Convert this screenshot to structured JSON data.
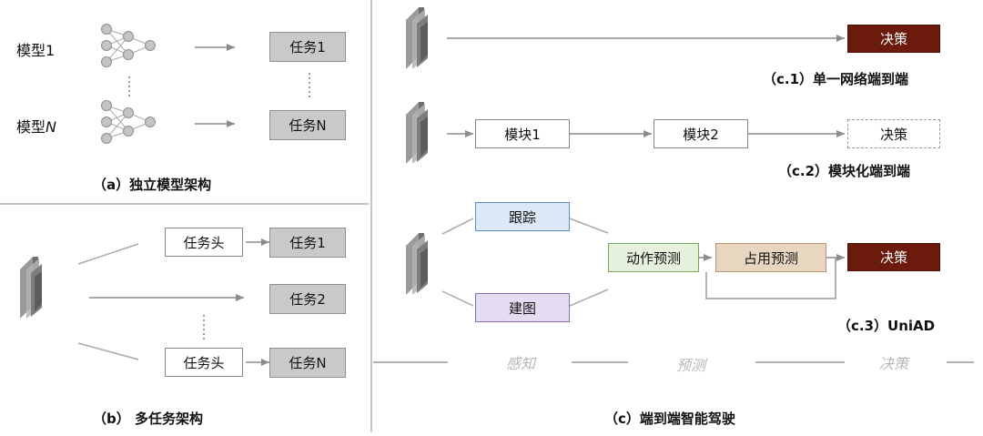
{
  "panel_a": {
    "model_1_label": "模型1",
    "model_n_label": "模型",
    "model_n_suffix": "N",
    "task_1": "任务1",
    "task_n": "任务N",
    "caption": "（a）独立模型架构"
  },
  "panel_b": {
    "task_head_1": "任务头",
    "task_head_n": "任务头",
    "task_1": "任务1",
    "task_2": "任务2",
    "task_n": "任务N",
    "caption": "（b） 多任务架构"
  },
  "panel_c": {
    "c1_decision": "决策",
    "c1_caption": "（c.1）单一网络端到端",
    "c2_module_1": "模块1",
    "c2_module_2": "模块2",
    "c2_decision": "决策",
    "c2_caption": "（c.2）模块化端到端",
    "c3_tracking": "跟踪",
    "c3_mapping": "建图",
    "c3_motion_pred": "动作预测",
    "c3_occ_pred": "占用预测",
    "c3_decision": "决策",
    "c3_caption": "（c.3）UniAD",
    "stage_perception": "感知",
    "stage_prediction": "预测",
    "stage_decision": "决策",
    "caption": "（c）端到端智能驾驶"
  },
  "colors": {
    "decision": "#6b1a0c",
    "tracking": "#5b8ec9",
    "mapping": "#8a6fb8",
    "motion": "#7aa95a",
    "occupancy": "#b89774",
    "task_box": "#c9c9c9"
  }
}
